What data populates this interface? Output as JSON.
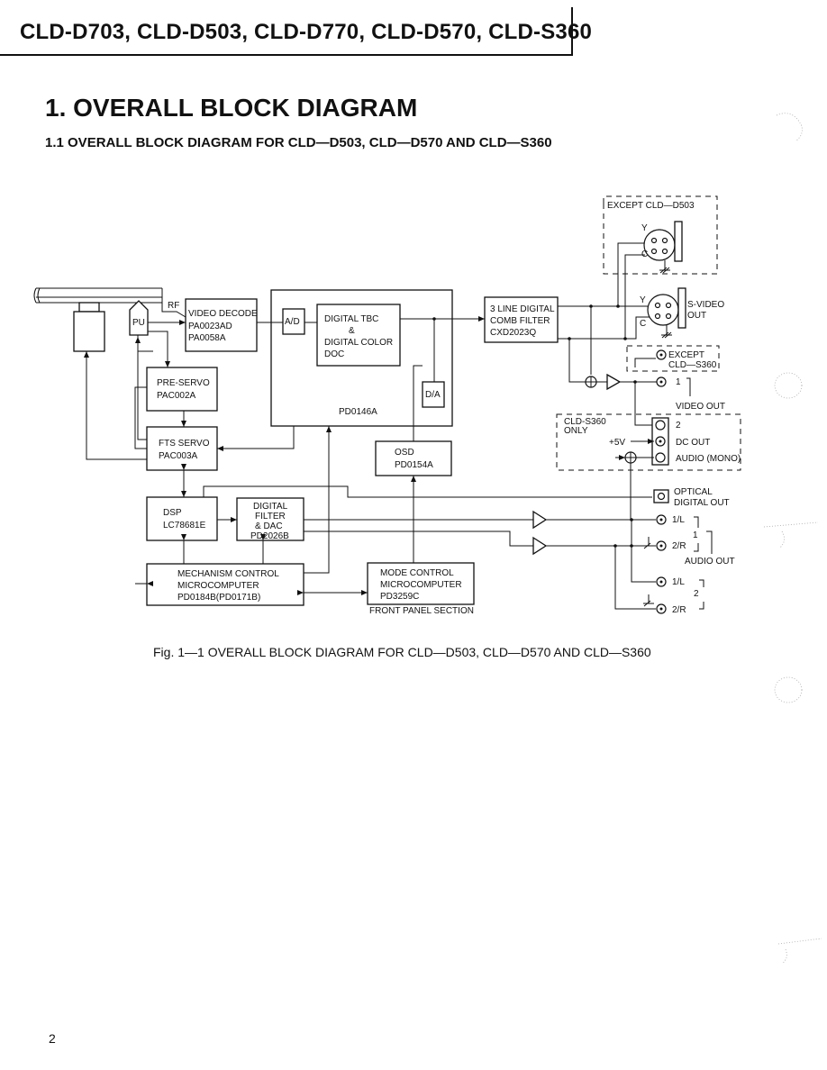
{
  "header": {
    "title": "CLD-D703, CLD-D503, CLD-D770, CLD-D570, CLD-S360"
  },
  "section": {
    "title": "1.  OVERALL BLOCK DIAGRAM",
    "subtitle": "1.1   OVERALL BLOCK DIAGRAM FOR CLD—D503, CLD—D570 AND CLD—S360"
  },
  "diagram": {
    "labels": {
      "rf": "RF",
      "pu": "PU",
      "video_decode": [
        "VIDEO DECODE",
        "PA0023AD",
        "PA0058A"
      ],
      "ad": "A/D",
      "digital_tbc": [
        "DIGITAL TBC",
        "&",
        "DIGITAL COLOR",
        "DOC"
      ],
      "da": "D/A",
      "pd0146a": "PD0146A",
      "comb_filter": [
        "3 LINE DIGITAL",
        "COMB FILTER",
        "CXD2023Q"
      ],
      "pre_servo": [
        "PRE-SERVO",
        "PAC002A"
      ],
      "fts_servo": [
        "FTS SERVO",
        "PAC003A"
      ],
      "osd": [
        "OSD",
        "PD0154A"
      ],
      "dsp": [
        "DSP",
        "LC78681E"
      ],
      "digital_filter": [
        "DIGITAL",
        "FILTER",
        "& DAC",
        "PD2026B"
      ],
      "mech_control": [
        "MECHANISM CONTROL",
        "MICROCOMPUTER",
        "PD0184B(PD0171B)"
      ],
      "mode_control": [
        "MODE CONTROL",
        "MICROCOMPUTER",
        "PD3259C"
      ],
      "front_panel": "FRONT PANEL SECTION",
      "except_d503": "EXCEPT CLD—D503",
      "y": "Y",
      "c": "C",
      "svideo_out": [
        "S-VIDEO",
        "OUT"
      ],
      "except_s360": [
        "EXCEPT",
        "CLD—S360"
      ],
      "video_out": "VIDEO OUT",
      "s360_only": [
        "CLD-S360",
        "ONLY"
      ],
      "plus5v": "+5V",
      "dc_out": "DC OUT",
      "audio_mono": "AUDIO (MONO)",
      "optical_out": [
        "OPTICAL",
        "DIGITAL OUT"
      ],
      "audio_out": "AUDIO OUT",
      "jack_1": "1",
      "jack_2": "2",
      "jack_1l": "1/L",
      "jack_2r": "2/R"
    }
  },
  "caption": "Fig. 1—1  OVERALL BLOCK DIAGRAM FOR CLD—D503, CLD—D570 AND CLD—S360",
  "page_number": "2"
}
